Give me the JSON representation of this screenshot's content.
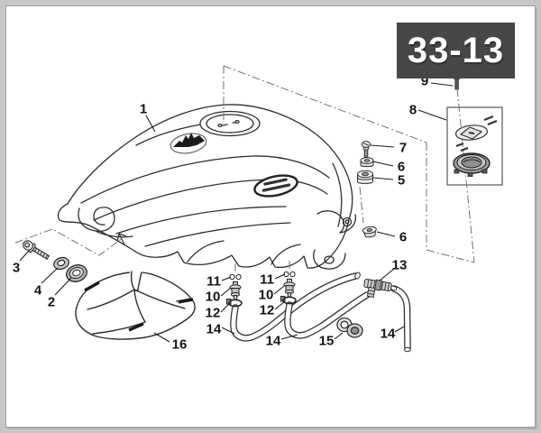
{
  "badge": {
    "code": "33-13",
    "background": "#47474a",
    "text_color": "#ffffff"
  },
  "colors": {
    "page_margin": "#c6c6c6",
    "sheet": "#ffffff",
    "line": "#2d2d2d",
    "dashdot": "#707070"
  },
  "diagram": {
    "type": "exploded-parts-diagram",
    "callouts": [
      {
        "label": "1"
      },
      {
        "label": "3"
      },
      {
        "label": "4"
      },
      {
        "label": "2"
      },
      {
        "label": "16"
      },
      {
        "label": "7"
      },
      {
        "label": "6"
      },
      {
        "label": "5"
      },
      {
        "label": "6"
      },
      {
        "label": "9"
      },
      {
        "label": "8"
      },
      {
        "label": "11"
      },
      {
        "label": "10"
      },
      {
        "label": "12"
      },
      {
        "label": "14"
      },
      {
        "label": "11"
      },
      {
        "label": "10"
      },
      {
        "label": "12"
      },
      {
        "label": "14"
      },
      {
        "label": "13"
      },
      {
        "label": "15"
      },
      {
        "label": "14"
      }
    ]
  }
}
